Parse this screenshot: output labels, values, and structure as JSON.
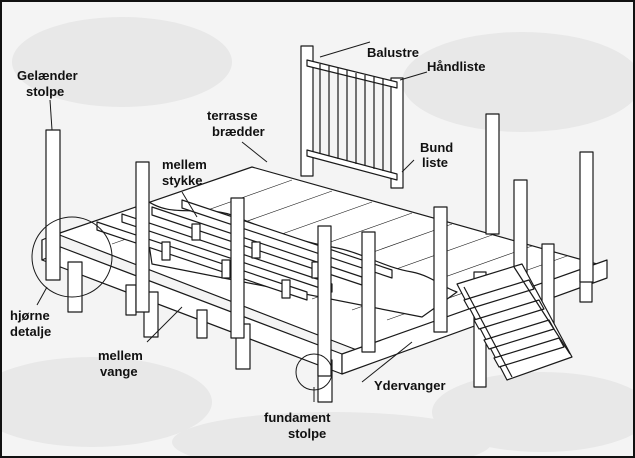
{
  "labels": {
    "balustre": "Balustre",
    "haandliste": "Håndliste",
    "gelaender_1": "Gelænder",
    "gelaender_2": "stolpe",
    "terrasse_1": "terrasse",
    "terrasse_2": "brædder",
    "bund_1": "Bund",
    "bund_2": "liste",
    "mellem_stykke_1": "mellem",
    "mellem_stykke_2": "stykke",
    "hjoerne_1": "hjørne",
    "hjoerne_2": "detalje",
    "mellem_vange_1": "mellem",
    "mellem_vange_2": "vange",
    "ydervanger": "Ydervanger",
    "fundament_1": "fundament",
    "fundament_2": "stolpe"
  },
  "colors": {
    "line": "#1a1a1a",
    "wood": "#ffffff",
    "background": "#f4f4f4",
    "cloud": "#e6e6e6"
  }
}
